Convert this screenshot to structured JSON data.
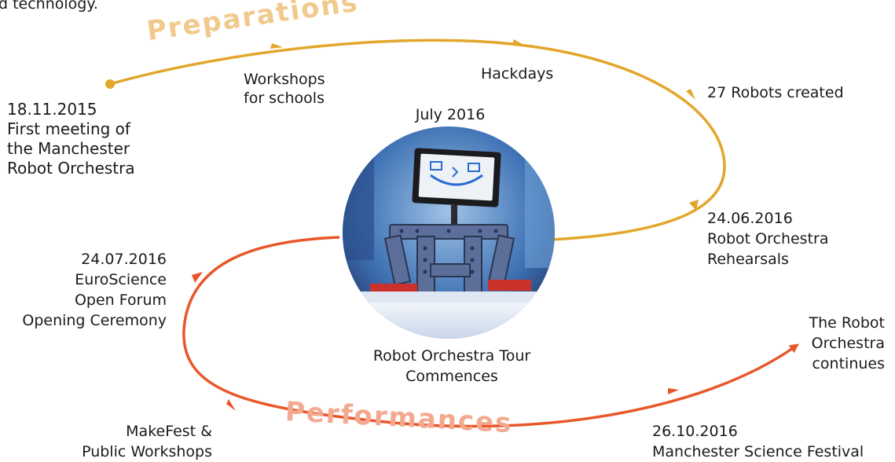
{
  "intro_fragment": "d technology.",
  "colors": {
    "preparations": "#E2A62C",
    "preparations_title": "#F2C98C",
    "performances": "#E8572A",
    "performances_title": "#F3A98F"
  },
  "phases": {
    "preparations": "Preparations",
    "performances": "Performances"
  },
  "milestones": {
    "first_meeting": "18.11.2015\nFirst meeting of\nthe Manchester\nRobot Orchestra",
    "workshops_schools": "Workshops\nfor schools",
    "hackdays": "Hackdays",
    "robots_created": "27 Robots created",
    "rehearsals": "24.06.2016\nRobot Orchestra\nRehearsals",
    "july_2016": "July 2016",
    "tour_commences": "Robot Orchestra Tour\nCommences",
    "esof": "24.07.2016\nEuroScience\nOpen Forum\nOpening Ceremony",
    "makefest": "MakeFest &\nPublic Workshops",
    "science_festival": "26.10.2016\nManchester Science Festival",
    "continues": "The Robot\nOrchestra\ncontinues"
  },
  "photo": {
    "icon": "robot-photo",
    "screen_face": "smiling-face"
  }
}
